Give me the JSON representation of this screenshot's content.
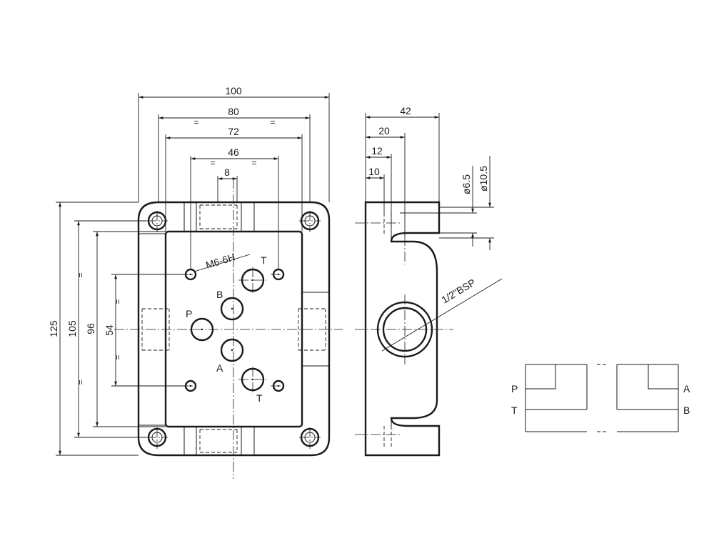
{
  "top_view": {
    "dim_width_overall": "100",
    "dim_width_80": "80",
    "dim_width_72": "72",
    "dim_width_46": "46",
    "dim_width_8": "8",
    "dim_height_overall": "125",
    "dim_height_105": "105",
    "dim_height_96": "96",
    "dim_height_54": "54",
    "symmetry_mark": "=",
    "thread_label": "M6-6H",
    "port_p": "P",
    "port_a": "A",
    "port_b": "B",
    "port_t_upper": "T",
    "port_t_lower": "T"
  },
  "side_view": {
    "dim_42": "42",
    "dim_20": "20",
    "dim_12": "12",
    "dim_10": "10",
    "dim_dia_small": "ø6.5",
    "dim_dia_large": "ø10.5",
    "port_thread_label": "1/2\"BSP"
  },
  "symbol": {
    "label_p": "P",
    "label_t": "T",
    "label_a": "A",
    "label_b": "B"
  }
}
